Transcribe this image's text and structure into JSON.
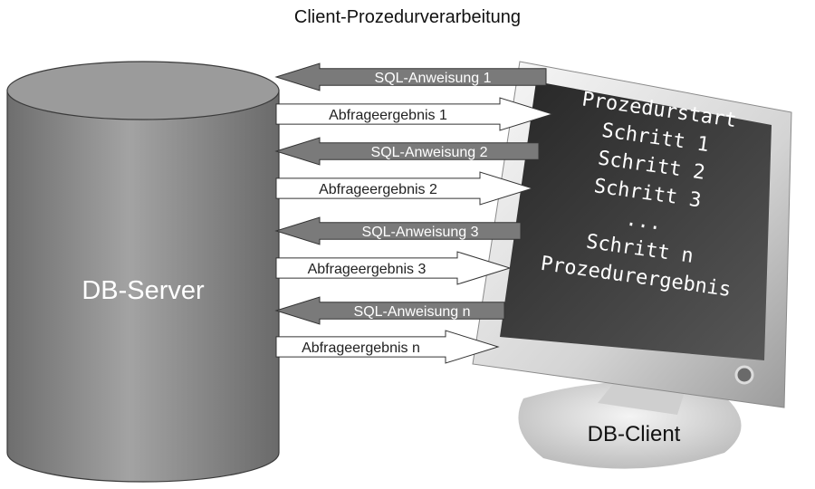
{
  "title": "Client-Prozedurverarbeitung",
  "server": {
    "label": "DB-Server"
  },
  "client": {
    "label": "DB-Client"
  },
  "screen_lines": [
    "Prozedurstart",
    "Schritt 1",
    "Schritt 2",
    "Schritt 3",
    "...",
    "Schritt n",
    "Prozedurergebnis"
  ],
  "arrows": [
    {
      "label": "SQL-Anweisung 1",
      "direction": "to-server"
    },
    {
      "label": "Abfrageergebnis 1",
      "direction": "to-client"
    },
    {
      "label": "SQL-Anweisung 2",
      "direction": "to-server"
    },
    {
      "label": "Abfrageergebnis 2",
      "direction": "to-client"
    },
    {
      "label": "SQL-Anweisung 3",
      "direction": "to-server"
    },
    {
      "label": "Abfrageergebnis 3",
      "direction": "to-client"
    },
    {
      "label": "SQL-Anweisung n",
      "direction": "to-server"
    },
    {
      "label": "Abfrageergebnis n",
      "direction": "to-client"
    }
  ],
  "colors": {
    "request_arrow": "#7a7a7a",
    "result_arrow": "#ffffff",
    "server_body": "#8c8c8c",
    "monitor_screen": "#3e3e3e"
  }
}
